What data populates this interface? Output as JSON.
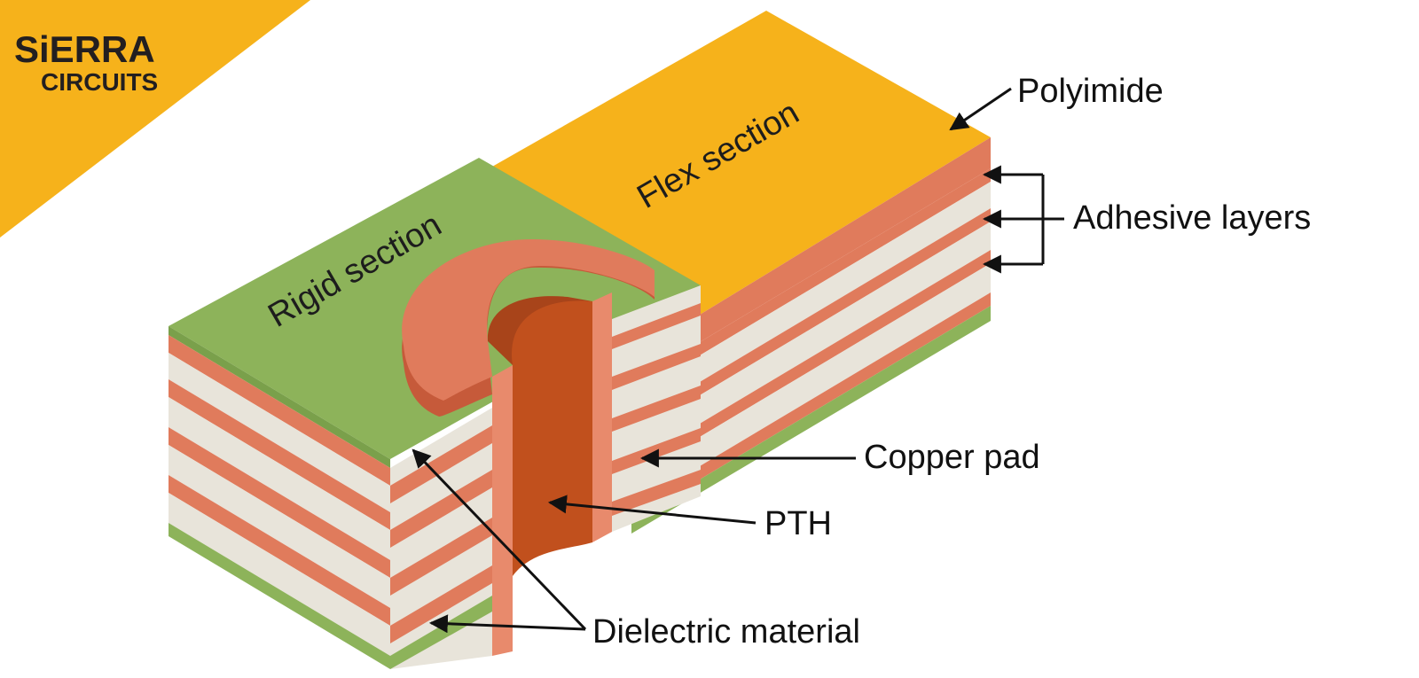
{
  "logo": {
    "line1": "SiERRA",
    "line2": "CIRCUITS"
  },
  "sections": {
    "rigid": "Rigid section",
    "flex": "Flex section"
  },
  "callouts": {
    "polyimide": "Polyimide",
    "adhesive_layers": "Adhesive layers",
    "copper_pad": "Copper pad",
    "pth": "PTH",
    "dielectric": "Dielectric material"
  },
  "colors": {
    "brand_yellow": "#f6b21b",
    "rigid_green": "#8db35a",
    "flex_orange": "#f6b21b",
    "copper": "#e07b5c",
    "copper_dark": "#c1501d",
    "dielectric_white": "#e8e4da"
  }
}
